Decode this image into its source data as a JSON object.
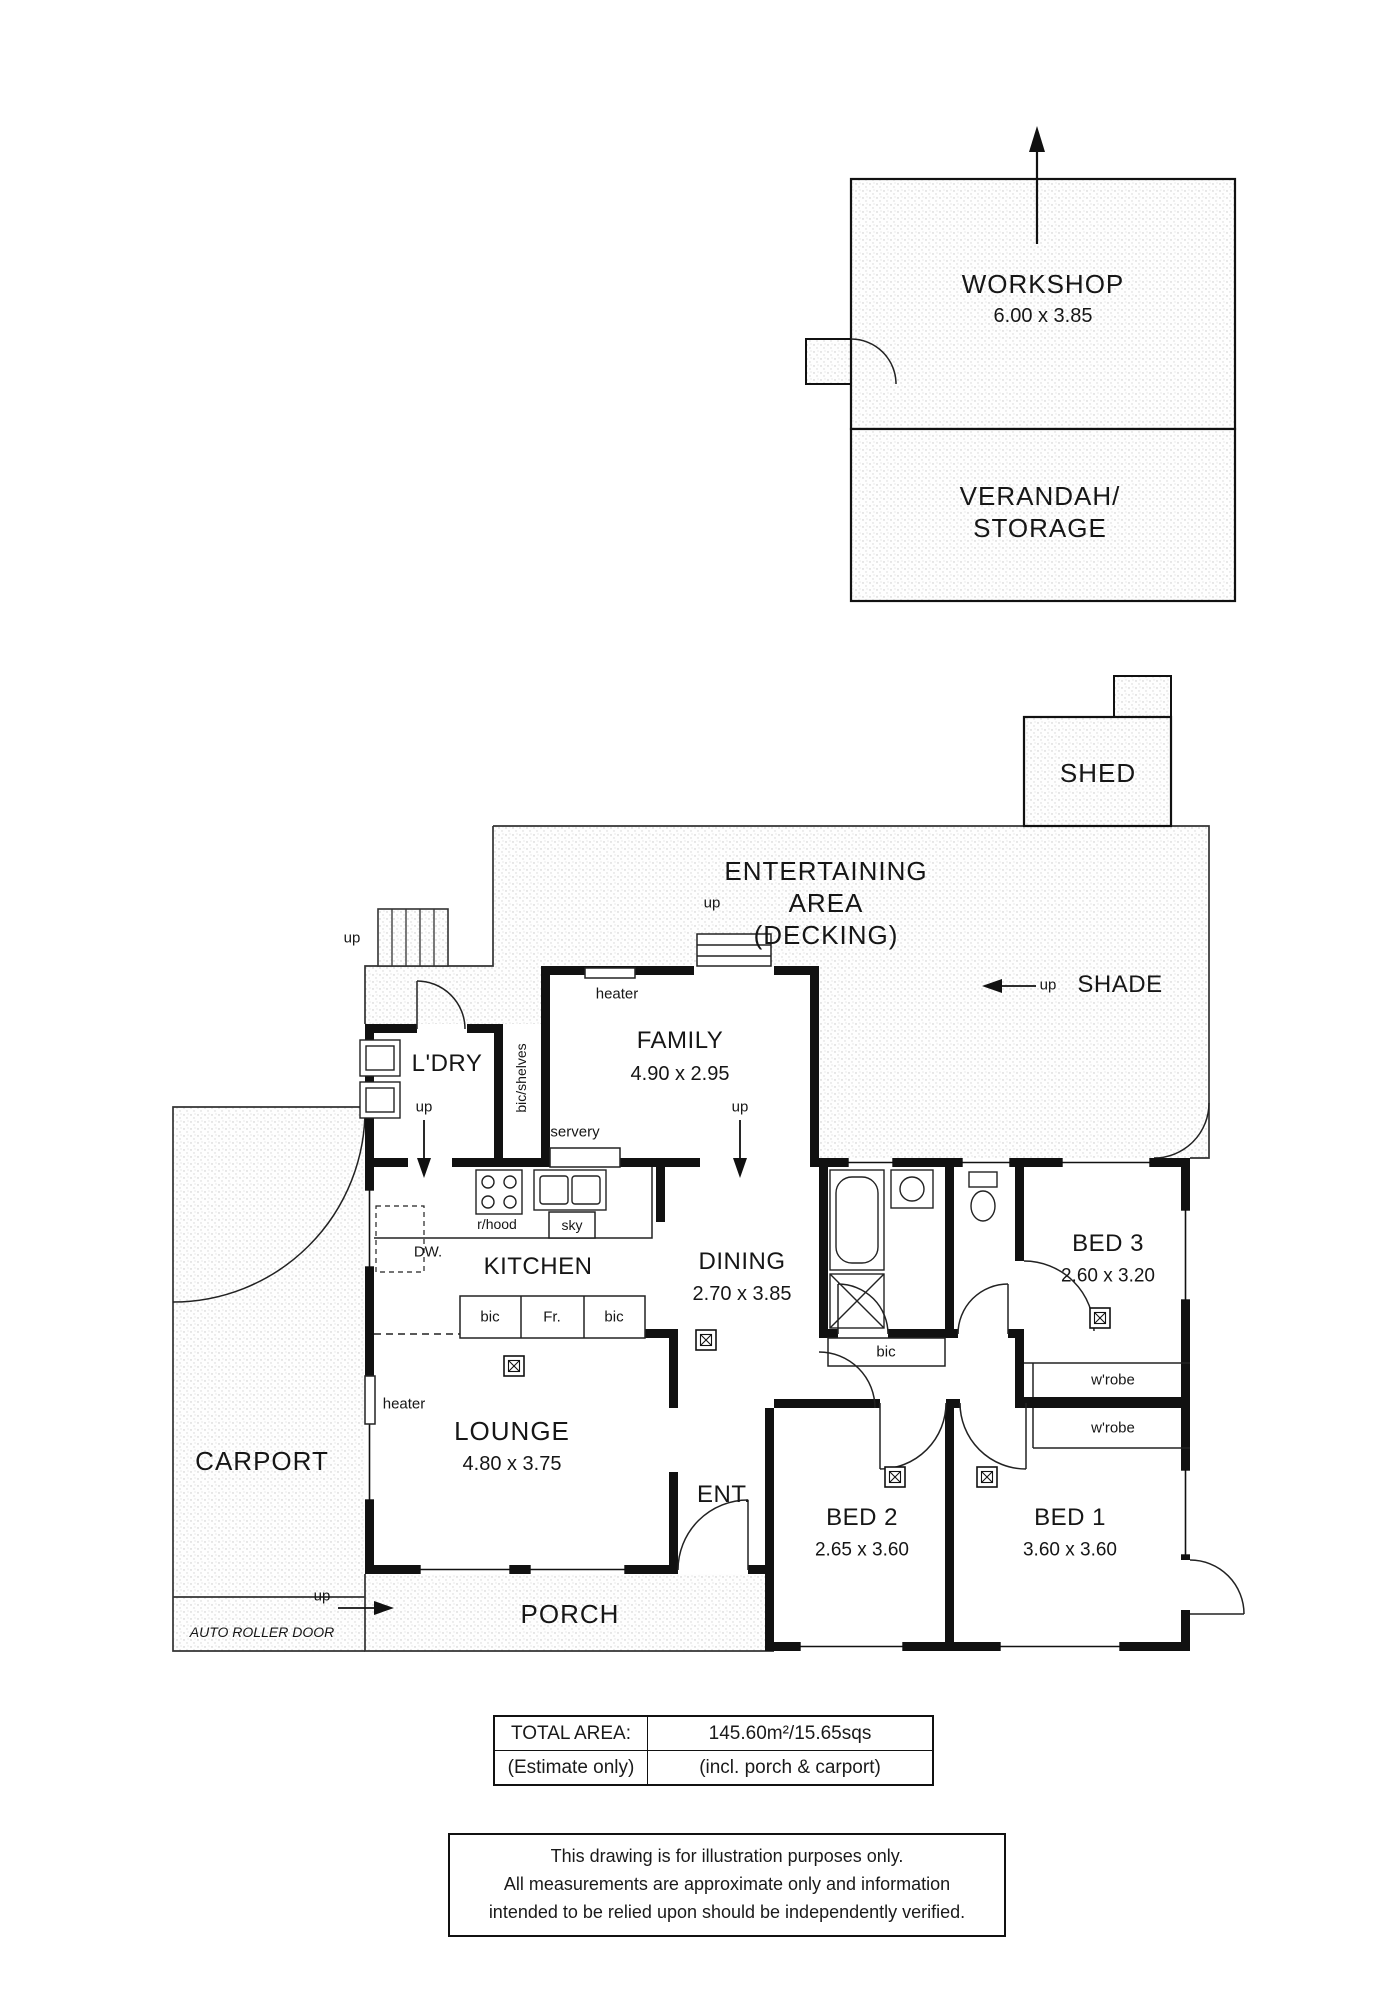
{
  "rooms": {
    "workshop": {
      "name": "WORKSHOP",
      "dims": "6.00 x 3.85"
    },
    "verandah": {
      "line1": "VERANDAH/",
      "line2": "STORAGE"
    },
    "shed": {
      "name": "SHED"
    },
    "entertaining": {
      "line1": "ENTERTAINING",
      "line2": "AREA",
      "line3": "(DECKING)"
    },
    "shade": {
      "name": "SHADE"
    },
    "family": {
      "name": "FAMILY",
      "dims": "4.90 x 2.95"
    },
    "ldry": {
      "name": "L'DRY"
    },
    "kitchen": {
      "name": "KITCHEN"
    },
    "dining": {
      "name": "DINING",
      "dims": "2.70 x 3.85"
    },
    "lounge": {
      "name": "LOUNGE",
      "dims": "4.80 x 3.75"
    },
    "ent": {
      "name": "ENT."
    },
    "bed1": {
      "name": "BED 1",
      "dims": "3.60 x 3.60"
    },
    "bed2": {
      "name": "BED 2",
      "dims": "2.65 x 3.60"
    },
    "bed3": {
      "name": "BED 3",
      "dims": "2.60 x 3.20"
    },
    "carport": {
      "name": "CARPORT"
    },
    "porch": {
      "name": "PORCH"
    }
  },
  "annotations": {
    "up": "up",
    "heater": "heater",
    "bic_shelves": "bic/shelves",
    "servery": "servery",
    "rhood": "r/hood",
    "sky": "sky",
    "dw": "DW.",
    "bic": "bic",
    "fr": "Fr.",
    "wrobe": "w'robe",
    "auto_roller_door": "AUTO ROLLER DOOR"
  },
  "summary": {
    "total_area_label": "TOTAL AREA:",
    "estimate_label": "(Estimate only)",
    "area_value": "145.60m²/15.65sqs",
    "area_note": "(incl. porch & carport)"
  },
  "disclaimer": {
    "line1": "This drawing is for illustration purposes only.",
    "line2": "All measurements are approximate only and information",
    "line3": "intended to be relied upon should be independently verified."
  }
}
